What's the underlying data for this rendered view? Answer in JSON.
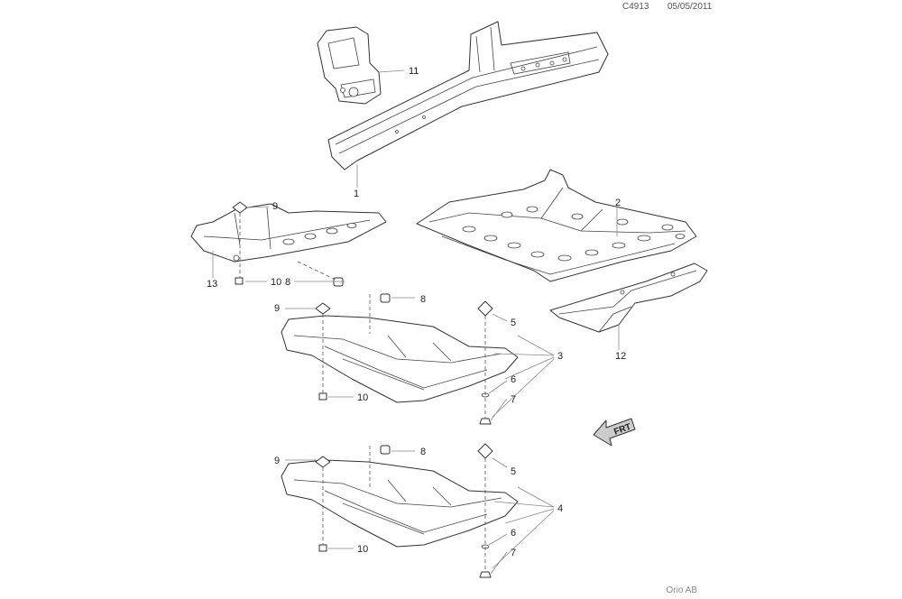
{
  "header": {
    "code": "C4913",
    "date": "05/05/2011"
  },
  "footer": {
    "brand": "Orio AB"
  },
  "callouts": {
    "c1": "1",
    "c2": "2",
    "c3": "3",
    "c4": "4",
    "c5a": "5",
    "c5b": "5",
    "c6a": "6",
    "c6b": "6",
    "c7a": "7",
    "c7b": "7",
    "c8a": "8",
    "c8b": "8",
    "c8c": "8",
    "c9a": "9",
    "c9b": "9",
    "c9c": "9",
    "c10a": "10",
    "c10b": "10",
    "c10c": "10",
    "c11": "11",
    "c12": "12",
    "c13": "13"
  },
  "front_arrow": {
    "text": "FRT"
  }
}
